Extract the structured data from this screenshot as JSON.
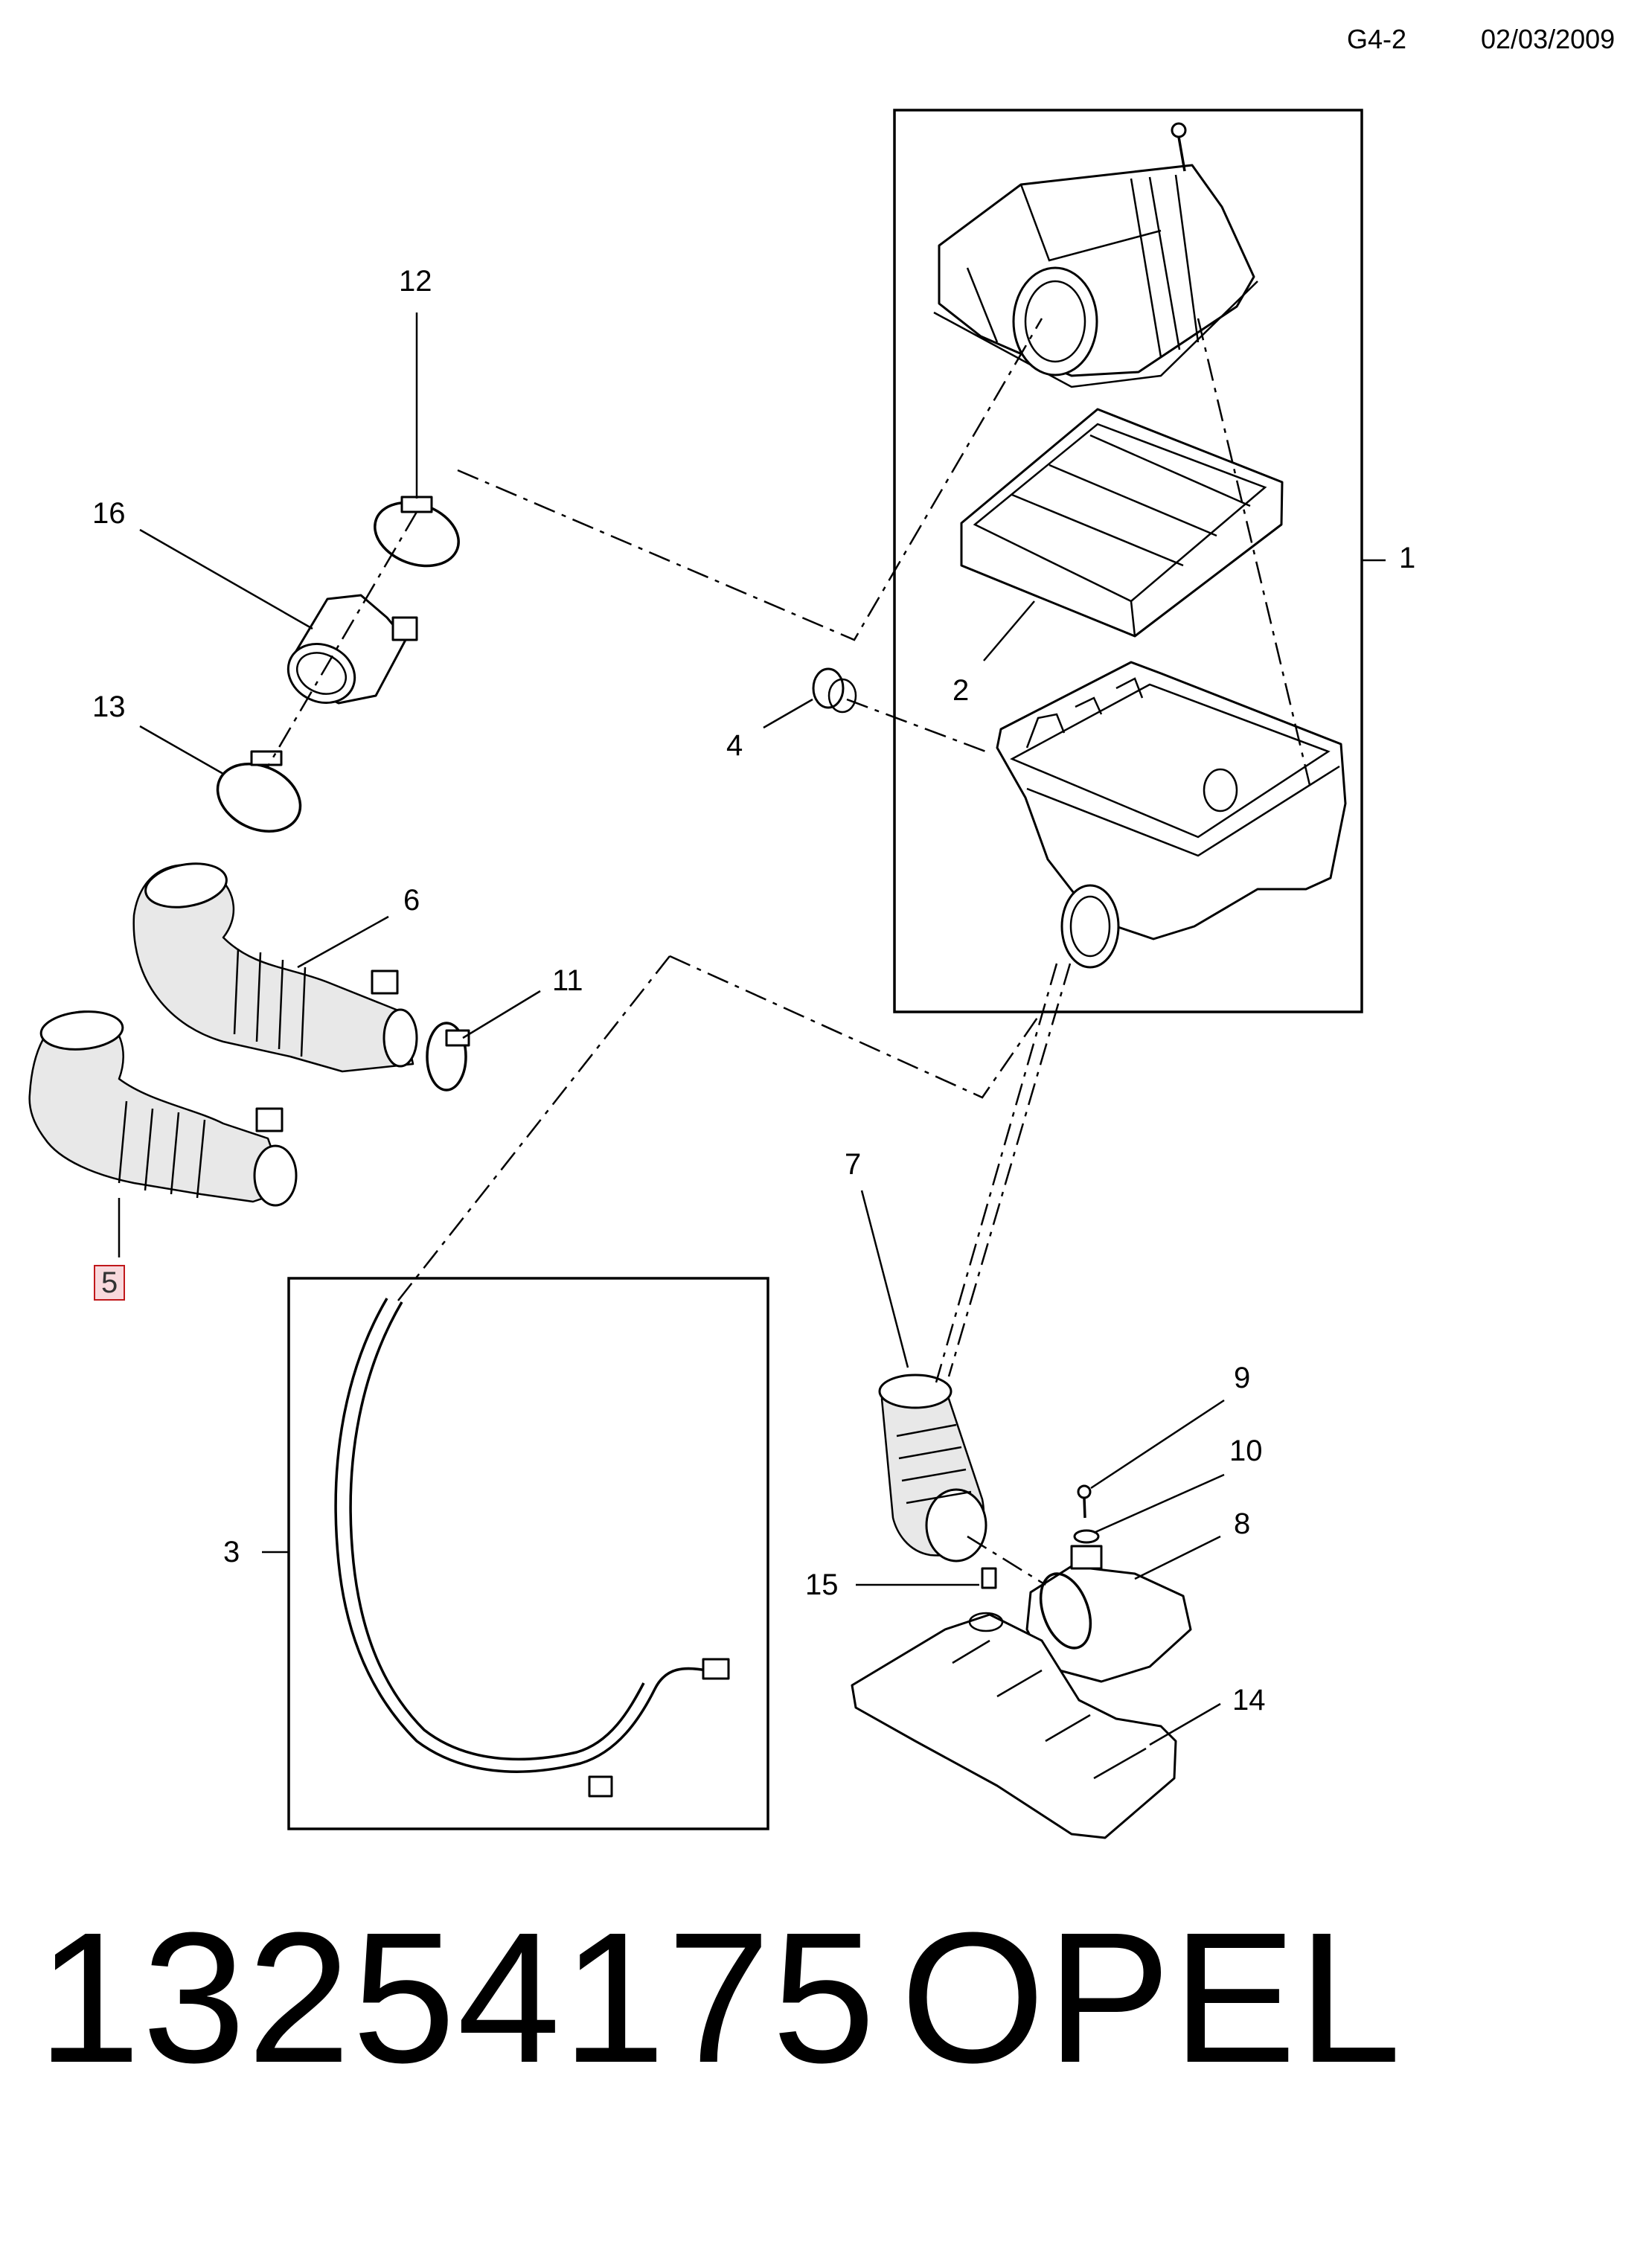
{
  "header": {
    "code": "G4-2",
    "date": "02/03/2009"
  },
  "callouts": {
    "c1": "1",
    "c2": "2",
    "c3": "3",
    "c4": "4",
    "c5": "5",
    "c6": "6",
    "c7": "7",
    "c8": "8",
    "c9": "9",
    "c10": "10",
    "c11": "11",
    "c12": "12",
    "c13": "13",
    "c14": "14",
    "c15": "15",
    "c16": "16"
  },
  "highlighted_callout": "5",
  "highlight_colors": {
    "border": "#c0181b",
    "fill": "#f9d9dd"
  },
  "footer": {
    "part_number": "13254175",
    "brand": "OPEL"
  }
}
